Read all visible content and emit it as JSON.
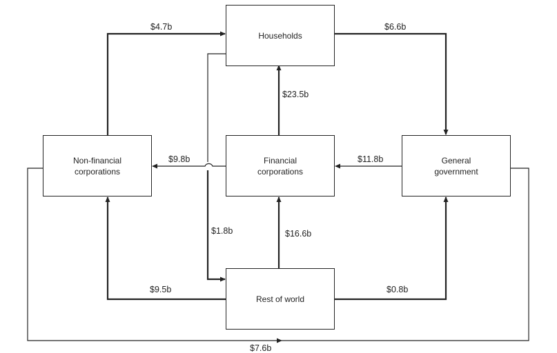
{
  "diagram": {
    "type": "flow",
    "nodes": [
      {
        "id": "households",
        "label": "Households"
      },
      {
        "id": "nfc",
        "label": "Non-financial corporations"
      },
      {
        "id": "fc",
        "label": "Financial corporations"
      },
      {
        "id": "gg",
        "label": "General government"
      },
      {
        "id": "row",
        "label": "Rest of world"
      }
    ],
    "labels": {
      "households": "Households",
      "nfc_l1": "Non-financial",
      "nfc_l2": "corporations",
      "fc_l1": "Financial",
      "fc_l2": "corporations",
      "gg_l1": "General",
      "gg_l2": "government",
      "row": "Rest of world"
    },
    "flows": {
      "nfc_to_households": "$4.7b",
      "households_to_gg": "$6.6b",
      "fc_to_households": "$23.5b",
      "fc_to_nfc": "$9.8b",
      "gg_to_fc": "$11.8b",
      "households_to_row": "$1.8b",
      "row_to_fc": "$16.6b",
      "row_to_nfc": "$9.5b",
      "row_to_gg": "$0.8b",
      "nfc_gg_loop": "$7.6b"
    }
  }
}
